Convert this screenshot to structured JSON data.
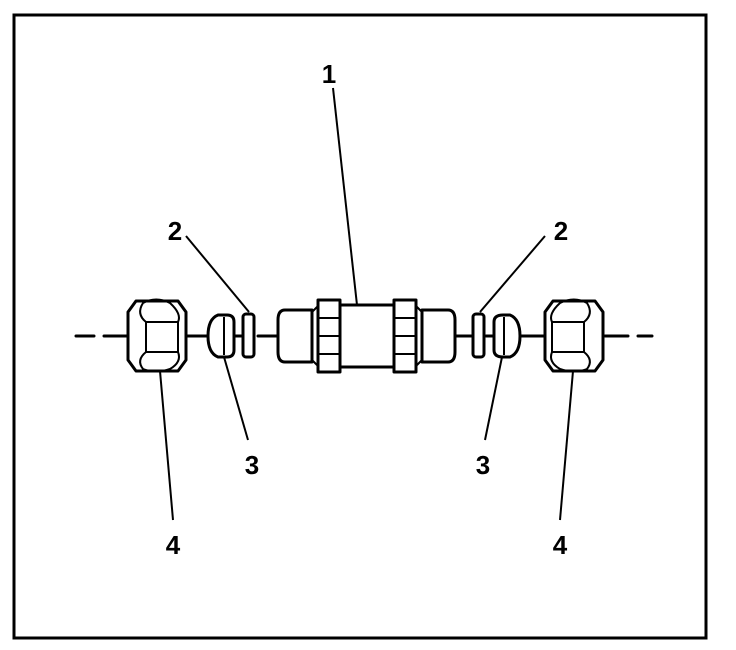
{
  "callouts": {
    "c1": "1",
    "c2_left": "2",
    "c2_right": "2",
    "c3_left": "3",
    "c3_right": "3",
    "c4_left": "4",
    "c4_right": "4"
  }
}
